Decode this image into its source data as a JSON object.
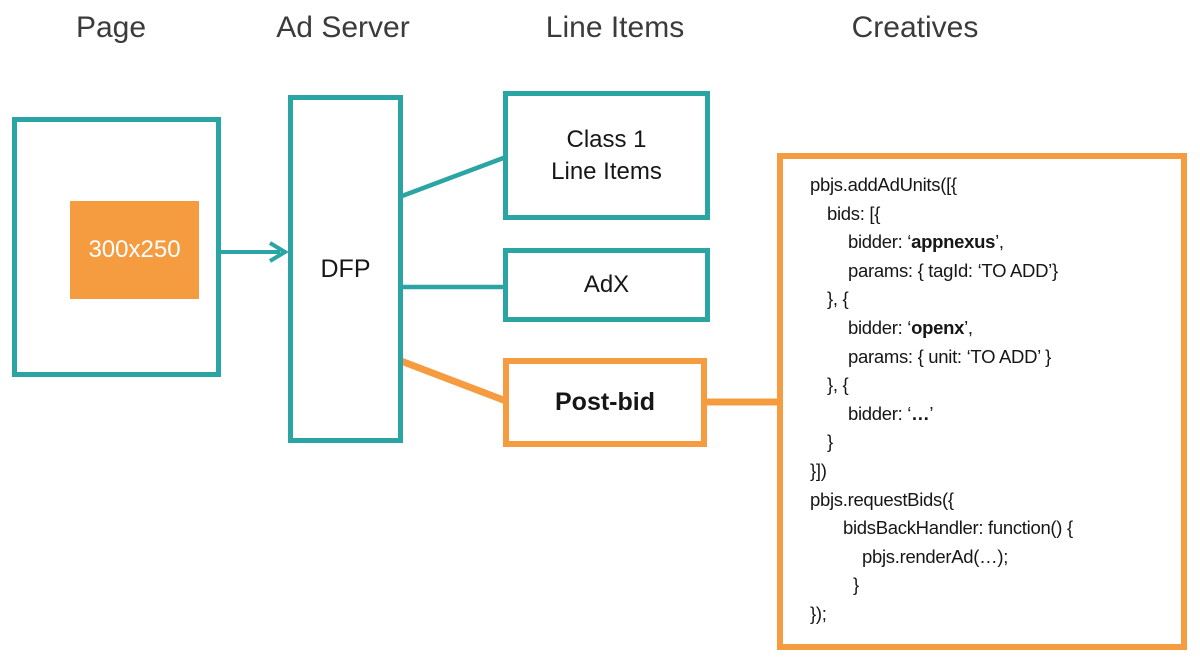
{
  "colors": {
    "teal": "#2BA5A3",
    "orange": "#F59C40",
    "header_text": "#3B3B3B",
    "code_text": "#161616"
  },
  "headers": [
    {
      "label": "Page"
    },
    {
      "label": "Ad Server"
    },
    {
      "label": "Line Items"
    },
    {
      "label": "Creatives"
    }
  ],
  "page": {
    "ad_slot_label": "300x250"
  },
  "ad_server": {
    "dfp_label": "DFP"
  },
  "line_items": {
    "class1_label_line1": "Class 1",
    "class1_label_line2": "Line Items",
    "adx_label": "AdX",
    "postbid_label": "Post-bid"
  },
  "creatives": {
    "code_lines": [
      {
        "indent": 0,
        "segments": [
          {
            "text": "pbjs.addAdUnits([{"
          }
        ]
      },
      {
        "indent": 17,
        "segments": [
          {
            "text": "bids: [{"
          }
        ]
      },
      {
        "indent": 38,
        "segments": [
          {
            "text": "bidder: ‘"
          },
          {
            "text": "appnexus",
            "bold": true
          },
          {
            "text": "’,"
          }
        ]
      },
      {
        "indent": 38,
        "segments": [
          {
            "text": "params: { tagId: ‘TO ADD’}"
          }
        ]
      },
      {
        "indent": 17,
        "segments": [
          {
            "text": "}, {"
          }
        ]
      },
      {
        "indent": 38,
        "segments": [
          {
            "text": "bidder: ‘"
          },
          {
            "text": "openx",
            "bold": true
          },
          {
            "text": "’,"
          }
        ]
      },
      {
        "indent": 38,
        "segments": [
          {
            "text": "params: { unit: ‘TO ADD’ }"
          }
        ]
      },
      {
        "indent": 17,
        "segments": [
          {
            "text": "}, {"
          }
        ]
      },
      {
        "indent": 38,
        "segments": [
          {
            "text": "bidder: ‘"
          },
          {
            "text": "…",
            "bold": true
          },
          {
            "text": "’"
          }
        ]
      },
      {
        "indent": 17,
        "segments": [
          {
            "text": "}"
          }
        ]
      },
      {
        "indent": 0,
        "segments": [
          {
            "text": "}])"
          }
        ]
      },
      {
        "indent": 0,
        "segments": [
          {
            "text": "pbjs.requestBids({"
          }
        ]
      },
      {
        "indent": 33,
        "segments": [
          {
            "text": "bidsBackHandler: function() {"
          }
        ]
      },
      {
        "indent": 52,
        "segments": [
          {
            "text": "pbjs.renderAd(…);"
          }
        ]
      },
      {
        "indent": 43,
        "segments": [
          {
            "text": "}"
          }
        ]
      },
      {
        "indent": 0,
        "segments": [
          {
            "text": "});"
          }
        ]
      }
    ]
  }
}
